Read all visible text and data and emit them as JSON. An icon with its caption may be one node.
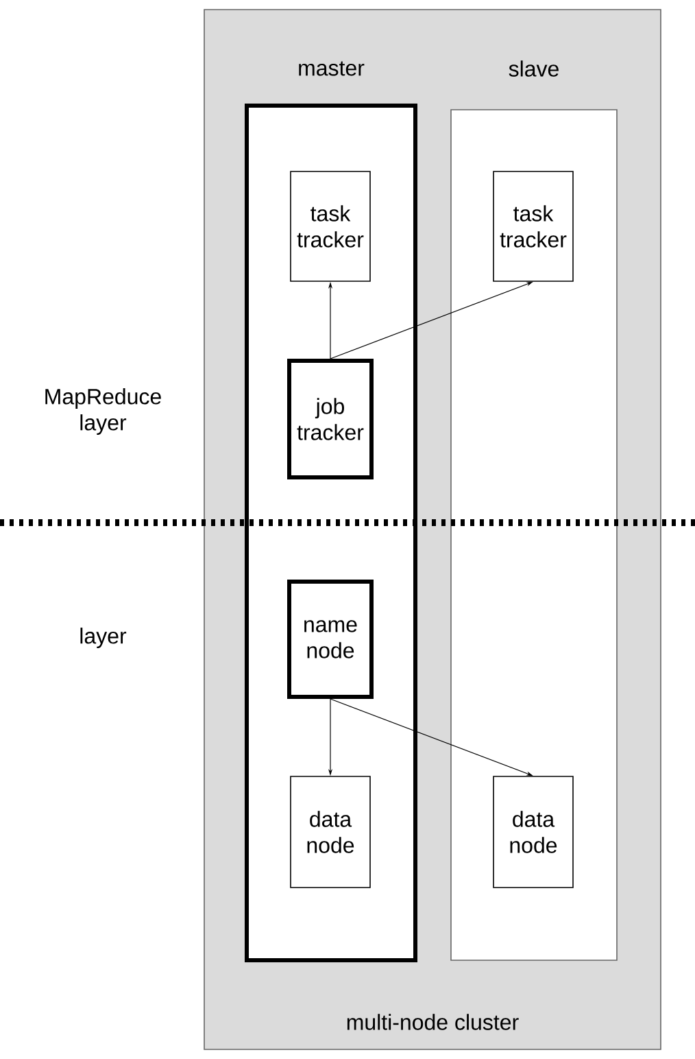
{
  "diagram": {
    "nodes": [
      {
        "text": [
          "multi-node cluster"
        ]
      },
      {
        "text": [
          "master"
        ],
        "in": 0
      },
      {
        "text": [
          "slave"
        ],
        "in": 0
      },
      {
        "text": [
          "task tracker"
        ],
        "in": 1
      },
      {
        "text": [
          "job tracker"
        ],
        "in": 1
      },
      {
        "text": [
          "name node"
        ],
        "in": 1
      },
      {
        "text": [
          "data node"
        ],
        "in": 1
      },
      {
        "text": [
          "task tracker"
        ],
        "in": 2
      },
      {
        "text": [
          "data node"
        ],
        "in": 2
      }
    ],
    "edges": [
      {
        "from": 4,
        "to": 3,
        "arrow": "to"
      },
      {
        "from": 4,
        "to": 7,
        "arrow": "to"
      },
      {
        "from": 5,
        "to": 6,
        "arrow": "to"
      },
      {
        "from": 5,
        "to": 8,
        "arrow": "to"
      }
    ],
    "labels": [
      "MapReduce layer",
      "layer"
    ]
  }
}
